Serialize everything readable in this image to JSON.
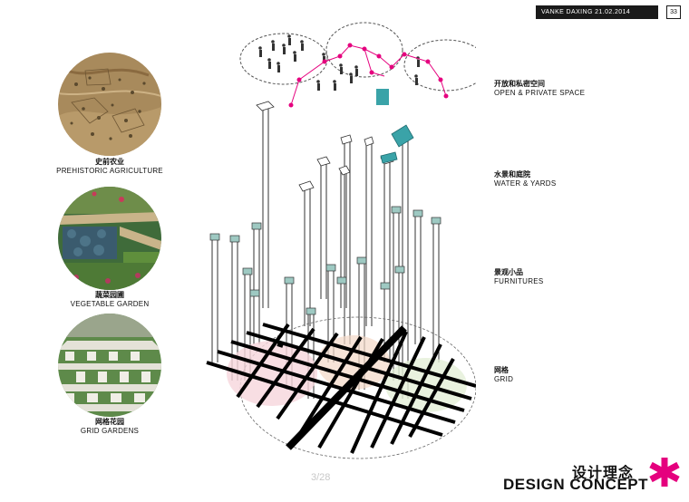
{
  "header": {
    "project": "VANKE DAXING 21.02.2014",
    "page": "33"
  },
  "references": [
    {
      "cn": "史前农业",
      "en": "PREHISTORIC AGRICULTURE"
    },
    {
      "cn": "蔬菜园圃",
      "en": "VEGETABLE GARDEN"
    },
    {
      "cn": "网格花园",
      "en": "GRID GARDENS"
    }
  ],
  "layers": [
    {
      "cn": "开放和私密空间",
      "en": "OPEN & PRIVATE SPACE"
    },
    {
      "cn": "水景和庭院",
      "en": "WATER & YARDS"
    },
    {
      "cn": "景观小品",
      "en": "FURNITURES"
    },
    {
      "cn": "网格",
      "en": "GRID"
    }
  ],
  "title": {
    "cn": "设计理念",
    "en": "DESIGN CONCEPT"
  },
  "pager": "3/28",
  "colors": {
    "accent": "#e5007e",
    "water": "#3aa3a8",
    "ink": "#111111"
  },
  "icons": {
    "star": "asterisk-icon"
  }
}
